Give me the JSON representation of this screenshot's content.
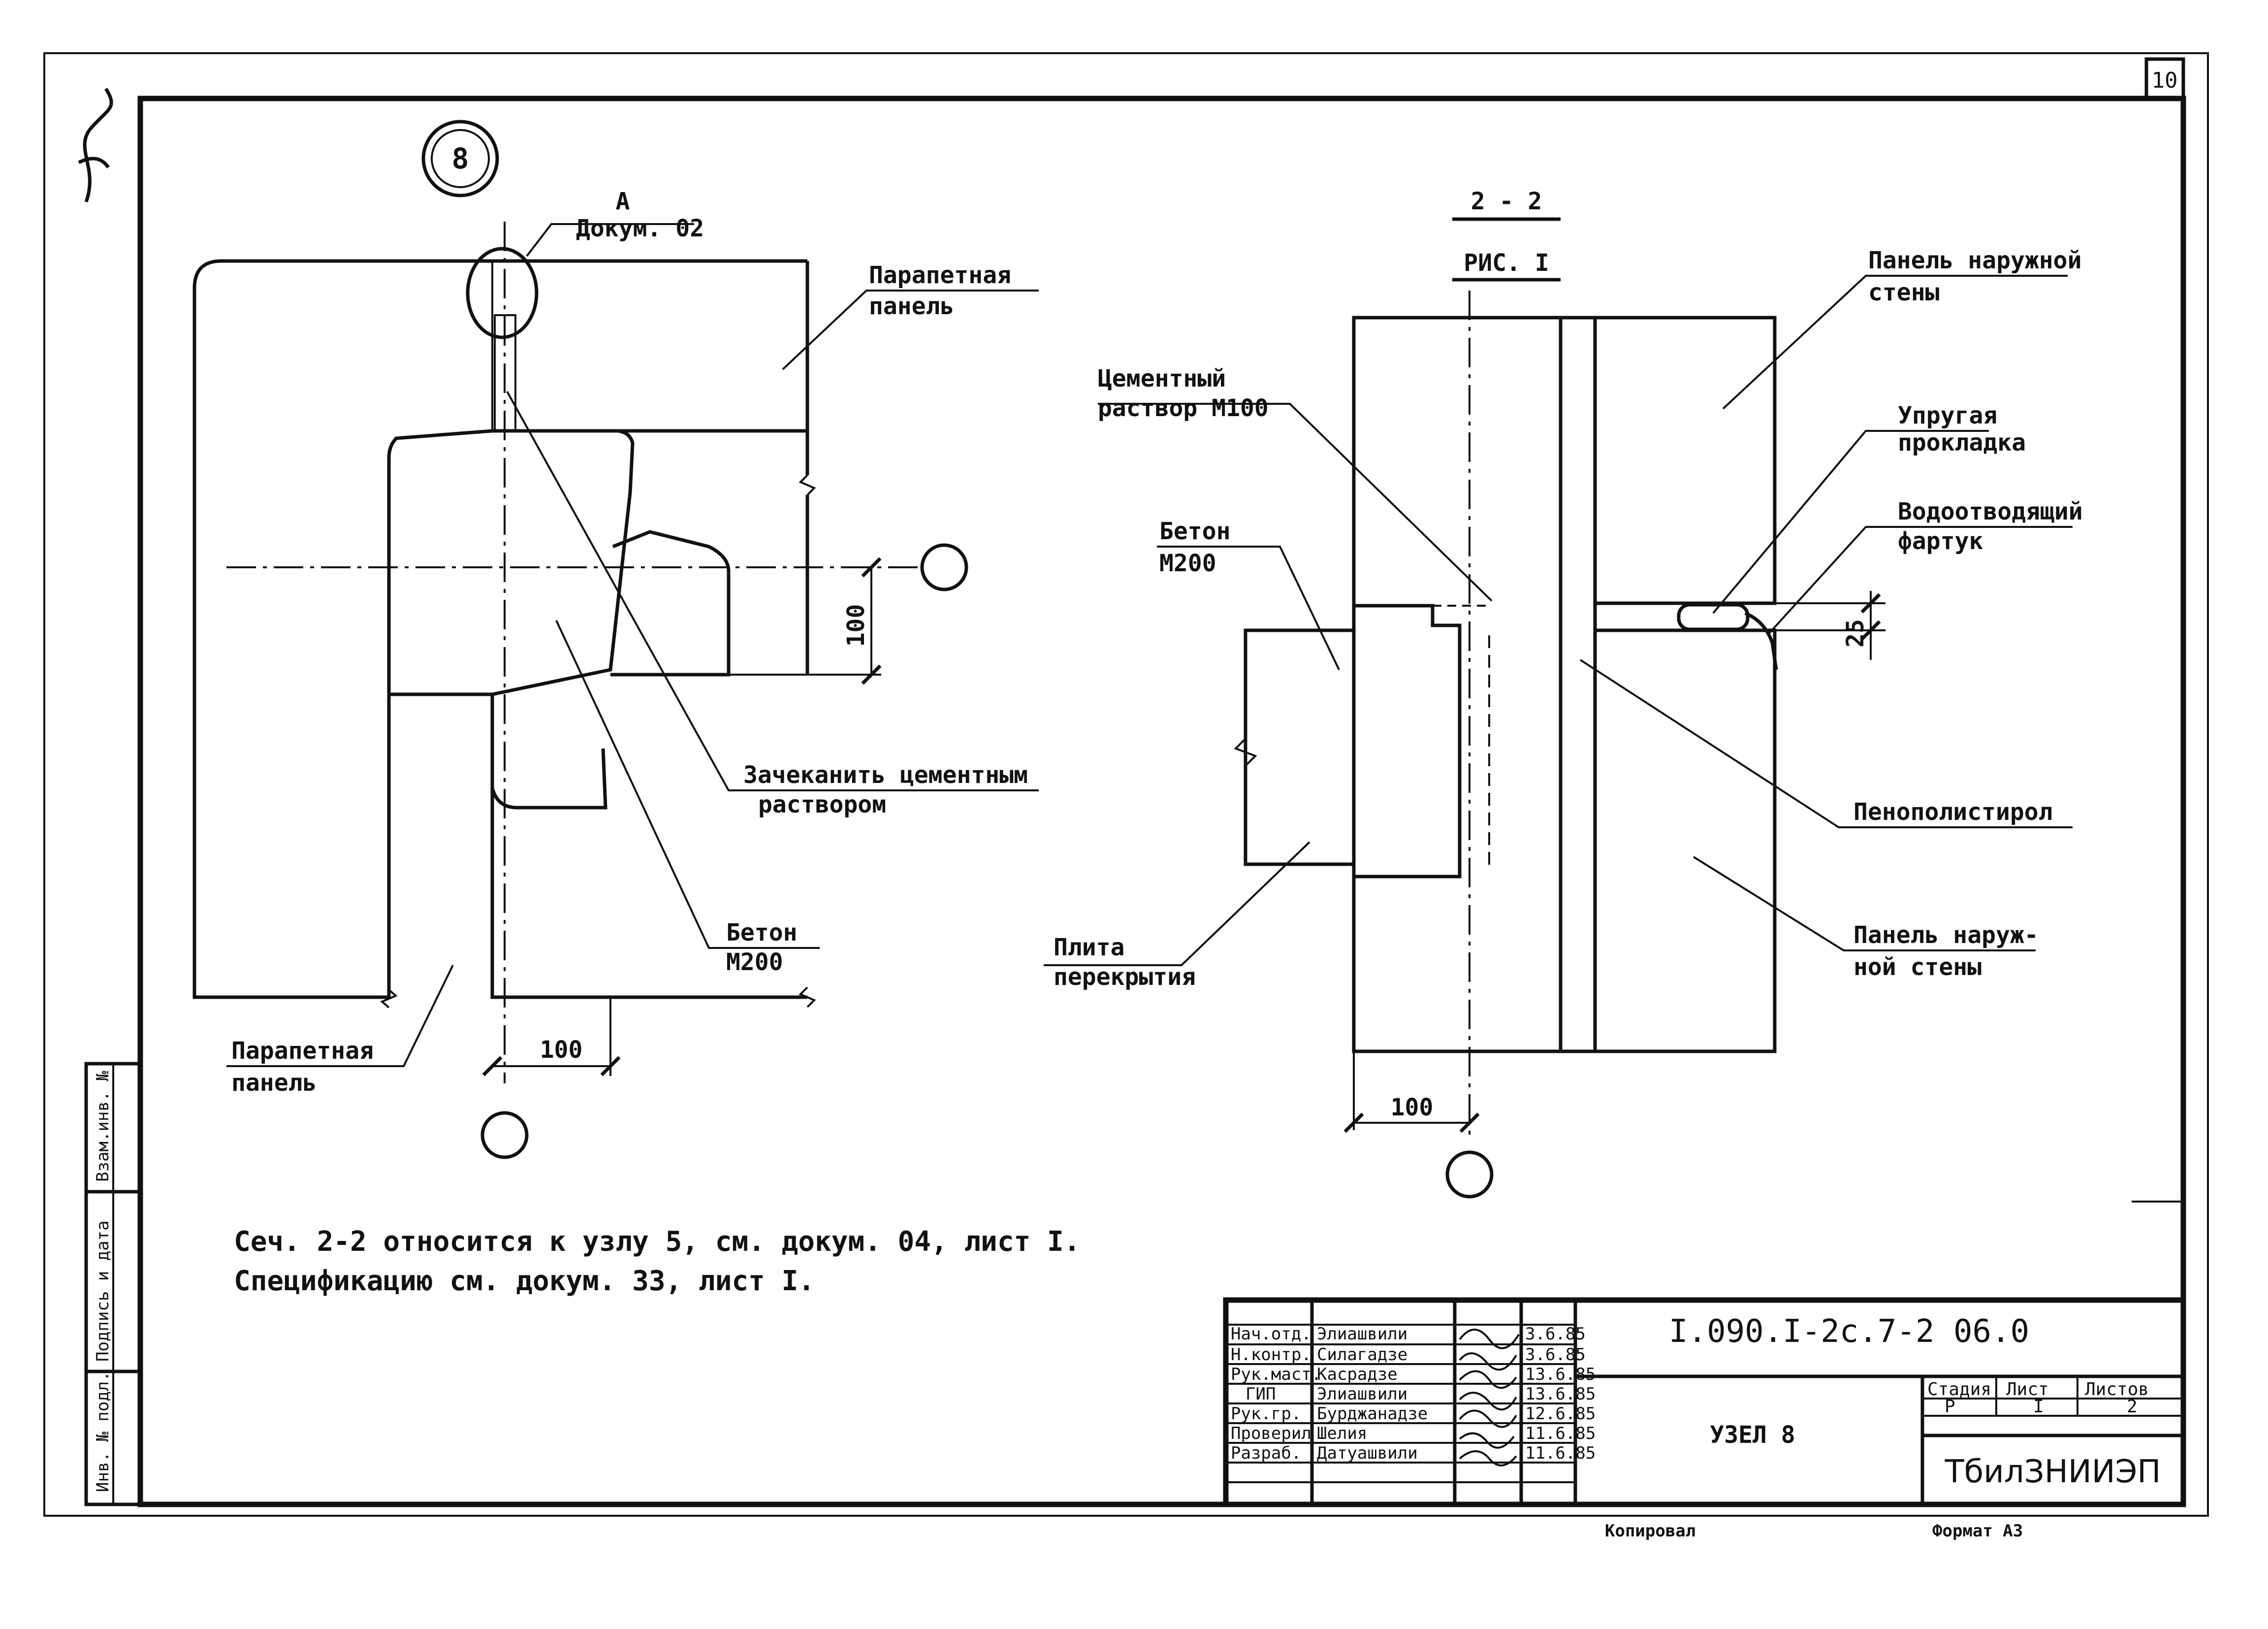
{
  "sheet": {
    "page_number": "10",
    "format": "Формат А3",
    "copied": "Копировал"
  },
  "node8": {
    "marker": "8",
    "callout_letter": "А",
    "callout_ref": "Докум. 02",
    "label_parapet_top_1": "Парапетная",
    "label_parapet_top_2": "панель",
    "label_caulk_1": "Зачеканить цементным",
    "label_caulk_2": "раствором",
    "label_concrete_1": "Бетон",
    "label_concrete_2": "М200",
    "label_parapet_bottom_1": "Парапетная",
    "label_parapet_bottom_2": "панель",
    "dim_vertical": "100",
    "dim_horizontal": "100"
  },
  "section22": {
    "title": "2 - 2",
    "subtitle": "РИС. I",
    "label_mortar_1": "Цементный",
    "label_mortar_2": "раствор М100",
    "label_concrete_1": "Бетон",
    "label_concrete_2": "М200",
    "label_slab_1": "Плита",
    "label_slab_2": "перекрытия",
    "label_outer_panel_top_1": "Панель наружной",
    "label_outer_panel_top_2": "стены",
    "label_gasket_1": "Упругая",
    "label_gasket_2": "прокладка",
    "label_apron_1": "Водоотводящий",
    "label_apron_2": "фартук",
    "label_foam": "Пенополистирол",
    "label_outer_panel_bottom_1": "Панель наруж-",
    "label_outer_panel_bottom_2": "ной стены",
    "dim_25": "25",
    "dim_100": "100"
  },
  "notes": {
    "line1": "Сеч. 2-2 относится к узлу 5, см. докум. 04, лист I.",
    "line2": "Спецификацию см. докум. 33, лист I."
  },
  "side_stamp": {
    "cell1": "Инв. № подл.",
    "cell2": "Подпись и дата",
    "cell3": "Взам.инв. №"
  },
  "title_block": {
    "document_code": "I.090.I-2с.7-2 06.0",
    "sheet_title": "УЗЕЛ 8",
    "organization": "ТбилЗНИИЭП",
    "stage_header": "Стадия",
    "sheet_header": "Лист",
    "sheets_header": "Листов",
    "stage_value": "Р",
    "sheet_value": "I",
    "sheets_value": "2",
    "roles": [
      {
        "role": "Нач.отд.",
        "name": "Элиашвили",
        "date": "3.6.85"
      },
      {
        "role": "Н.контр.",
        "name": "Силагадзе",
        "date": "3.6.85"
      },
      {
        "role": "Рук.маст.",
        "name": "Касрадзе",
        "date": "13.6.85"
      },
      {
        "role": "ГИП",
        "name": "Элиашвили",
        "date": "13.6.85"
      },
      {
        "role": "Рук.гр.",
        "name": "Бурджанадзе",
        "date": "12.6.85"
      },
      {
        "role": "Проверил",
        "name": "Шелия",
        "date": "11.6.85"
      },
      {
        "role": "Разраб.",
        "name": "Датуашвили",
        "date": "11.6.85"
      }
    ]
  }
}
